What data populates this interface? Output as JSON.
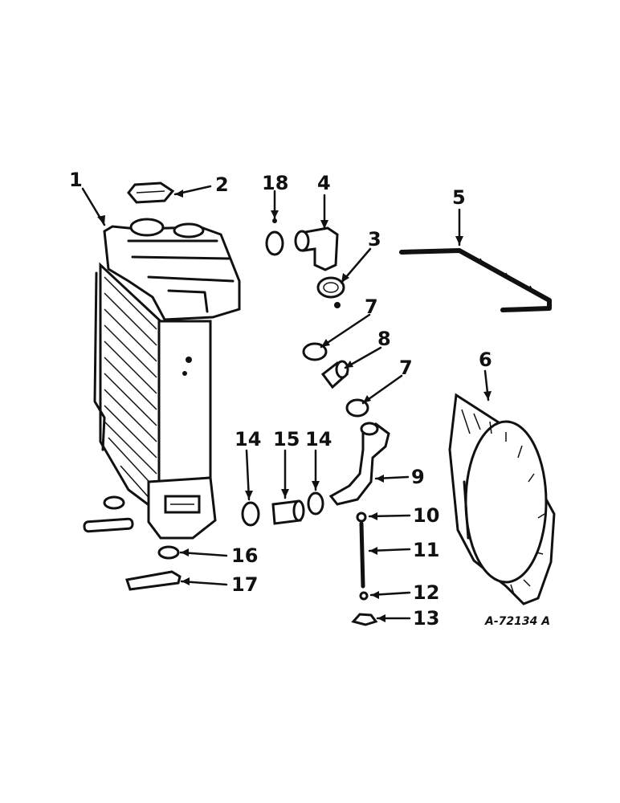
{
  "diagram": {
    "drawing_id": "A-72134 A",
    "callouts": [
      {
        "id": "callout-1",
        "label": "1"
      },
      {
        "id": "callout-2",
        "label": "2"
      },
      {
        "id": "callout-3",
        "label": "3"
      },
      {
        "id": "callout-4",
        "label": "4"
      },
      {
        "id": "callout-5",
        "label": "5"
      },
      {
        "id": "callout-6",
        "label": "6"
      },
      {
        "id": "callout-7a",
        "label": "7"
      },
      {
        "id": "callout-7b",
        "label": "7"
      },
      {
        "id": "callout-8",
        "label": "8"
      },
      {
        "id": "callout-9",
        "label": "9"
      },
      {
        "id": "callout-10",
        "label": "10"
      },
      {
        "id": "callout-11",
        "label": "11"
      },
      {
        "id": "callout-12",
        "label": "12"
      },
      {
        "id": "callout-13",
        "label": "13"
      },
      {
        "id": "callout-14a",
        "label": "14"
      },
      {
        "id": "callout-14b",
        "label": "14"
      },
      {
        "id": "callout-15",
        "label": "15"
      },
      {
        "id": "callout-16",
        "label": "16"
      },
      {
        "id": "callout-17",
        "label": "17"
      },
      {
        "id": "callout-18",
        "label": "18"
      }
    ]
  }
}
